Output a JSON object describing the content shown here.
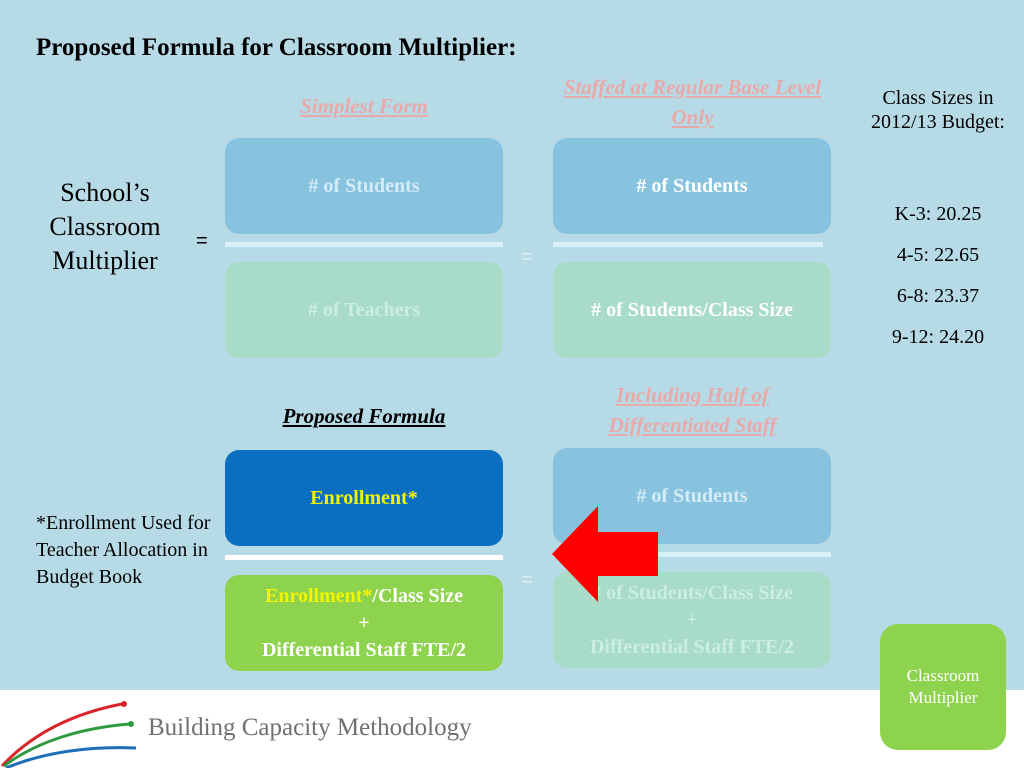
{
  "title": "Proposed Formula for Classroom Multiplier:",
  "left_label": "School’s Classroom Multiplier",
  "equals_main": "=",
  "sections": {
    "simplest": {
      "heading": "Simplest Form",
      "numerator": "# of Students",
      "denominator": "# of Teachers"
    },
    "staffed": {
      "heading": "Staffed at Regular Base Level Only",
      "numerator": "# of Students",
      "denominator": "# of Students/Class Size",
      "equals": "="
    },
    "proposed": {
      "heading": "Proposed Formula",
      "numerator": "Enrollment*",
      "denominator_part1": "Enrollment*",
      "denominator_part2": "/Class Size",
      "denominator_plus": "+",
      "denominator_line2": "Differential Staff FTE/2"
    },
    "including": {
      "heading": "Including  Half  of Differentiated Staff",
      "numerator": "# of Students",
      "denominator_line1": "# of Students/Class Size",
      "denominator_plus": "+",
      "denominator_line2": "Differential Staff FTE/2",
      "equals": "="
    }
  },
  "class_sizes": {
    "title": "Class Sizes in 2012/13 Budget:",
    "items": [
      "K-3: 20.25",
      "4-5: 22.65",
      "6-8: 23.37",
      "9-12: 24.20"
    ]
  },
  "note": "*Enrollment Used for Teacher Allocation in Budget Book",
  "badge": "Classroom Multiplier",
  "footer": "Building Capacity Methodology",
  "colors": {
    "background": "#b7dbe6",
    "arrow": "#ff0000",
    "dark_blue_box": "#0b6fc1",
    "lime_box": "#8ed34d"
  },
  "icons": {
    "arrow": "red-left-arrow-icon",
    "logo": "swoosh-logo-icon"
  }
}
